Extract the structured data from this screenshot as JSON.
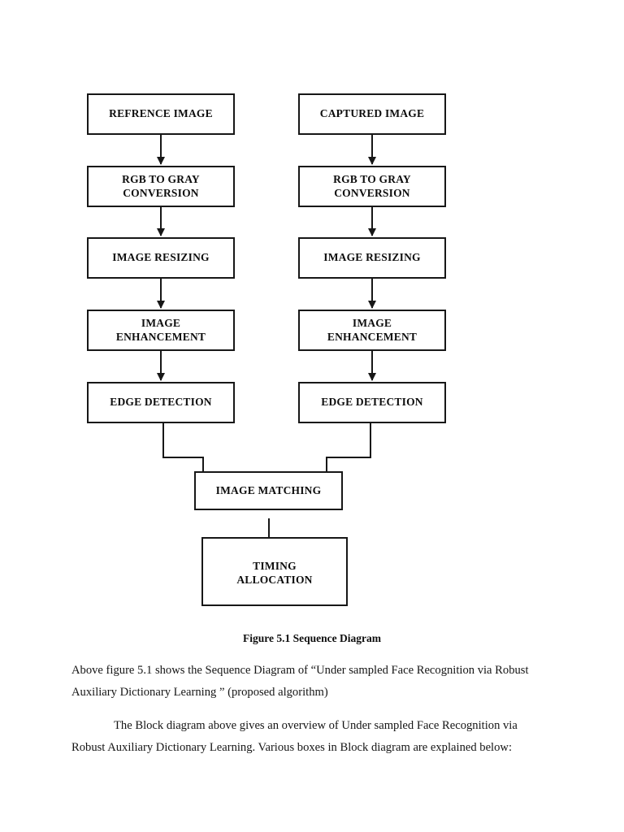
{
  "document": {
    "figure": {
      "caption": "Figure 5.1 Sequence Diagram",
      "nodes": {
        "reference_image": "REFRENCE IMAGE",
        "captured_image": "CAPTURED IMAGE",
        "rgb_to_gray_left": "RGB TO GRAY\nCONVERSION",
        "rgb_to_gray_right": "RGB TO GRAY\nCONVERSION",
        "image_resizing_left": "IMAGE RESIZING",
        "image_resizing_right": "IMAGE RESIZING",
        "image_enhancement_left": "IMAGE\nENHANCEMENT",
        "image_enhancement_right": "IMAGE\nENHANCEMENT",
        "edge_detection_left": "EDGE DETECTION",
        "edge_detection_right": "EDGE DETECTION",
        "image_matching": "IMAGE MATCHING",
        "timing_allocation": "TIMING\nALLOCATION"
      }
    },
    "body": {
      "paragraph_1_line_1": "Above figure 5.1 shows the Sequence Diagram of “Under sampled Face Recognition via Robust",
      "paragraph_1_line_2": "Auxiliary Dictionary Learning    ” (proposed algorithm)",
      "paragraph_2_line_1": "The Block diagram above gives an overview of Under sampled Face Recognition via",
      "paragraph_2_line_2": "Robust Auxiliary Dictionary Learning. Various boxes in Block diagram are explained below:"
    },
    "colors": {
      "stroke": "#171717",
      "text": "#0d0d0d",
      "background": "#ffffff"
    }
  }
}
